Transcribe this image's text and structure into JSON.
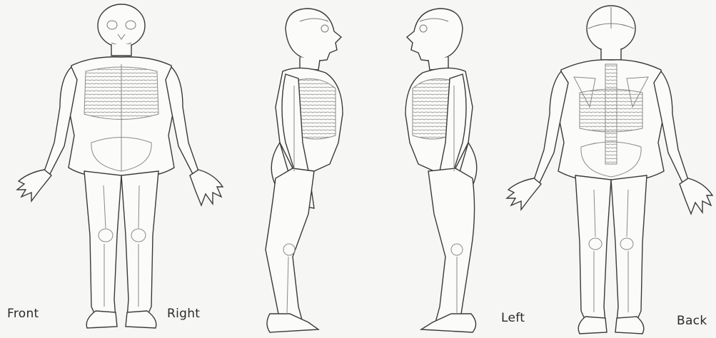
{
  "views": [
    {
      "id": "front",
      "label": "Front"
    },
    {
      "id": "right",
      "label": "Right"
    },
    {
      "id": "left",
      "label": "Left"
    },
    {
      "id": "back",
      "label": "Back"
    }
  ],
  "colors": {
    "background": "#f6f6f4",
    "outline": "#3a3a3a",
    "bone": "#8a8a8a",
    "fill": "#fbfbfa"
  }
}
